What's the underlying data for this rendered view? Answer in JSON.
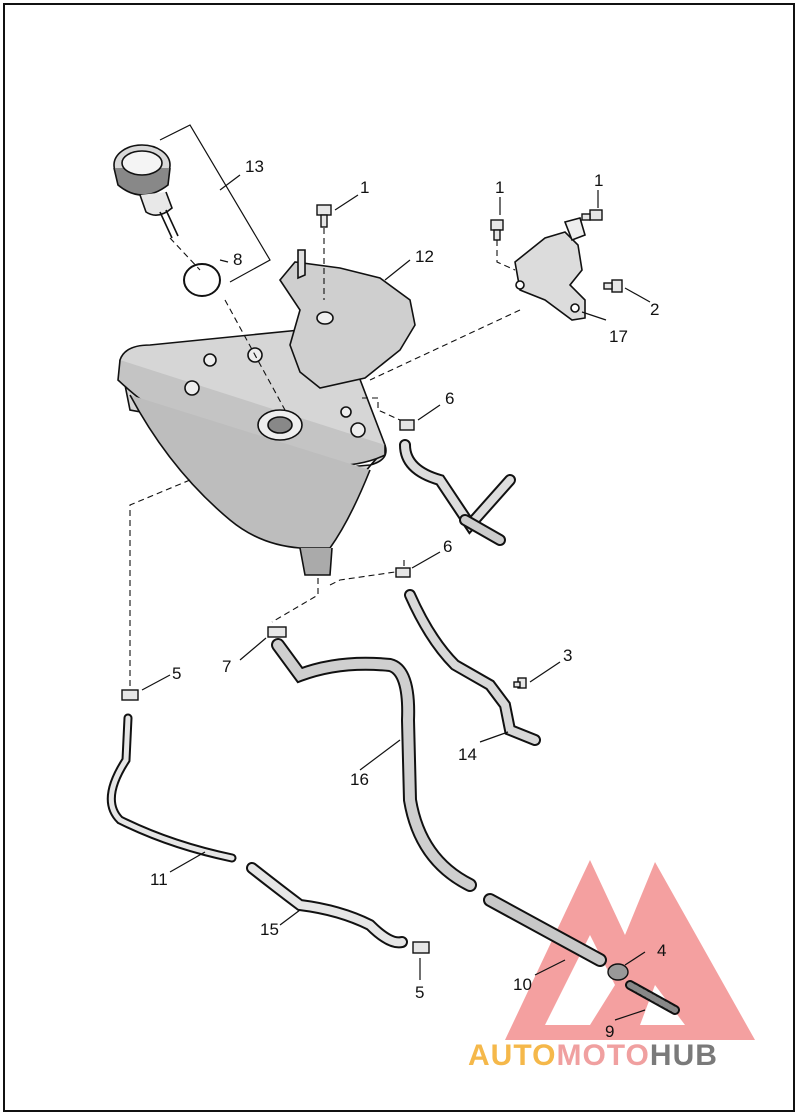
{
  "callouts": {
    "c13": "13",
    "c8": "8",
    "c1a": "1",
    "c1b": "1",
    "c1c": "1",
    "c12": "12",
    "c2": "2",
    "c17": "17",
    "c6a": "6",
    "c6b": "6",
    "c7": "7",
    "c3": "3",
    "c5a": "5",
    "c14": "14",
    "c16": "16",
    "c11": "11",
    "c15": "15",
    "c4": "4",
    "c10": "10",
    "c9": "9",
    "c5b": "5"
  },
  "watermark": {
    "part1": "AUTO",
    "part2": "MOTO",
    "part3": "HUB",
    "color_auto": "#f5b84a",
    "color_moto": "#f0a0a0",
    "color_hub": "#7a7a7a",
    "triangle_color": "#f08080"
  }
}
